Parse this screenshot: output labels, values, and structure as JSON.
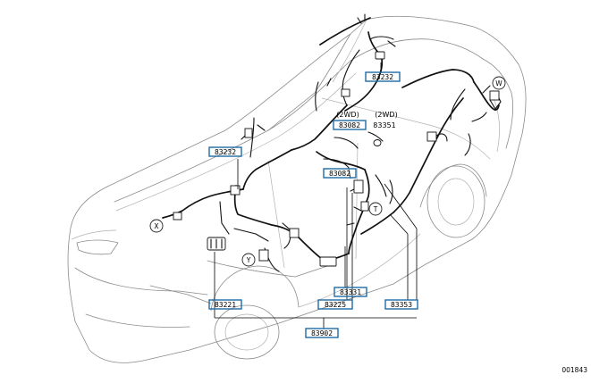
{
  "diagram": {
    "part_labels": {
      "p83232_top": "83232",
      "p83232_left": "83232",
      "p83082_upper": "83082",
      "p83082_lower": "83082",
      "p83351": "83351",
      "p83331": "83331",
      "p83221": "83221",
      "p83225": "83225",
      "p83353": "83353",
      "p83902": "83902"
    },
    "notes": {
      "twd_left": "(2WD)",
      "twd_right": "(2WD)"
    },
    "view_markers": {
      "w": "W",
      "x": "X",
      "y": "Y",
      "t": "T"
    },
    "figure_id": "001843",
    "colors": {
      "label_box": "#1f6ba6",
      "car_outline": "#8a8a8a",
      "harness": "#111111"
    }
  }
}
